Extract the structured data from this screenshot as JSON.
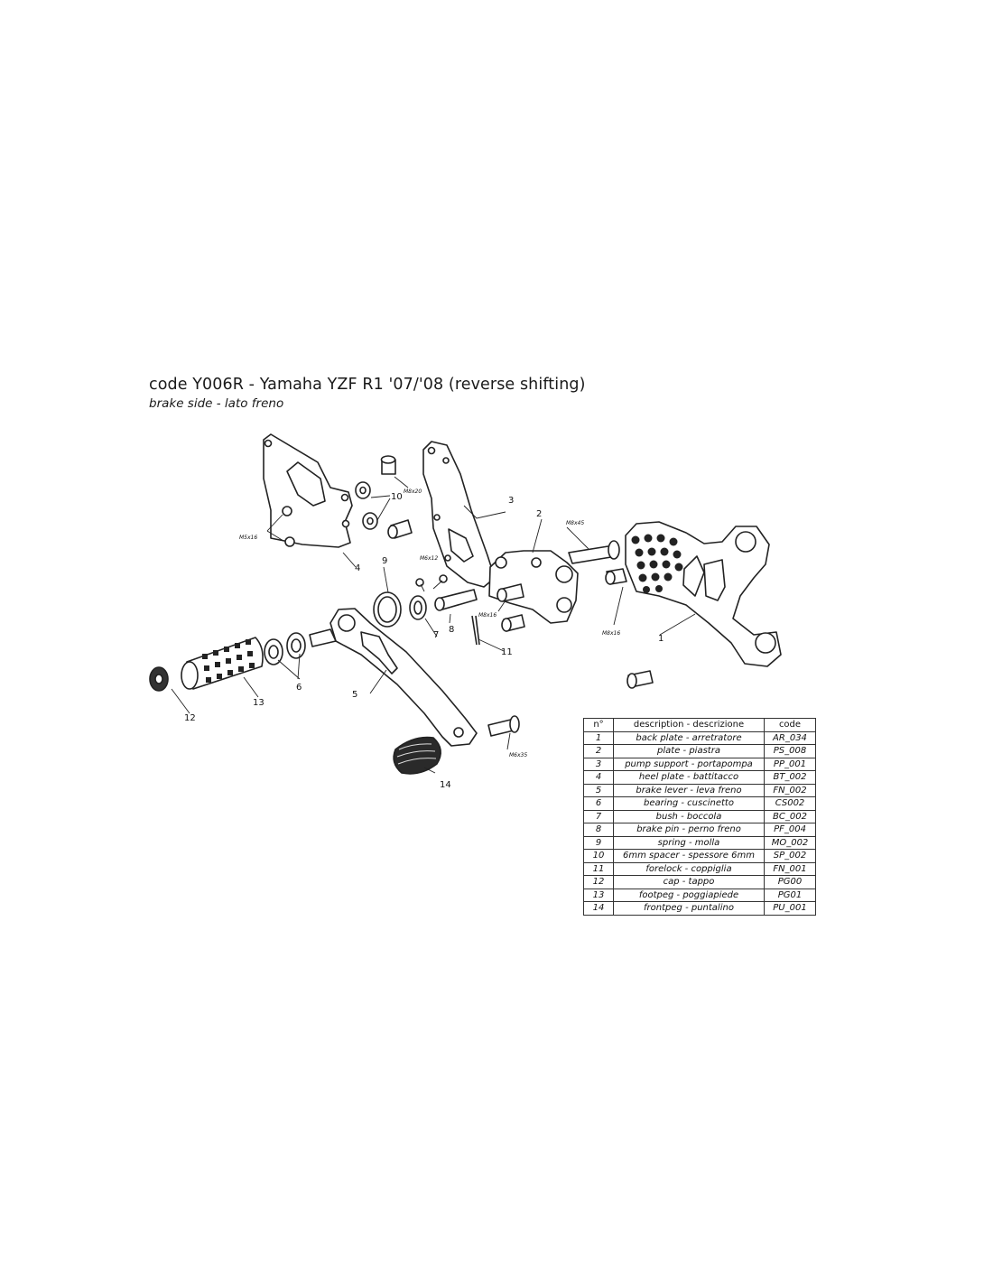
{
  "header": {
    "title": "code Y006R - Yamaha YZF R1 '07/'08 (reverse shifting)",
    "subtitle": "brake side - lato freno"
  },
  "callouts": {
    "n1": "1",
    "n2": "2",
    "n3": "3",
    "n4": "4",
    "n5": "5",
    "n6": "6",
    "n7": "7",
    "n8": "8",
    "n9": "9",
    "n10": "10",
    "n11": "11",
    "n12": "12",
    "n13": "13",
    "n14": "14"
  },
  "specs": {
    "m5x16": "M5x16",
    "m8x20": "M8x20",
    "m6x12": "M6x12",
    "m8x16_a": "M8x16",
    "m8x45": "M8x45",
    "m8x16_b": "M8x16",
    "m6x35": "M6x35"
  },
  "parts_table": {
    "headers": [
      "n°",
      "description - descrizione",
      "code"
    ],
    "rows": [
      [
        "1",
        "back plate - arretratore",
        "AR_034"
      ],
      [
        "2",
        "plate - piastra",
        "PS_008"
      ],
      [
        "3",
        "pump support - portapompa",
        "PP_001"
      ],
      [
        "4",
        "heel plate - battitacco",
        "BT_002"
      ],
      [
        "5",
        "brake lever - leva freno",
        "FN_002"
      ],
      [
        "6",
        "bearing - cuscinetto",
        "CS002"
      ],
      [
        "7",
        "bush - boccola",
        "BC_002"
      ],
      [
        "8",
        "brake pin - perno freno",
        "PF_004"
      ],
      [
        "9",
        "spring - molla",
        "MO_002"
      ],
      [
        "10",
        "6mm spacer - spessore 6mm",
        "SP_002"
      ],
      [
        "11",
        "forelock - coppiglia",
        "FN_001"
      ],
      [
        "12",
        "cap - tappo",
        "PG00"
      ],
      [
        "13",
        "footpeg - poggiapiede",
        "PG01"
      ],
      [
        "14",
        "frontpeg - puntalino",
        "PU_001"
      ]
    ]
  }
}
